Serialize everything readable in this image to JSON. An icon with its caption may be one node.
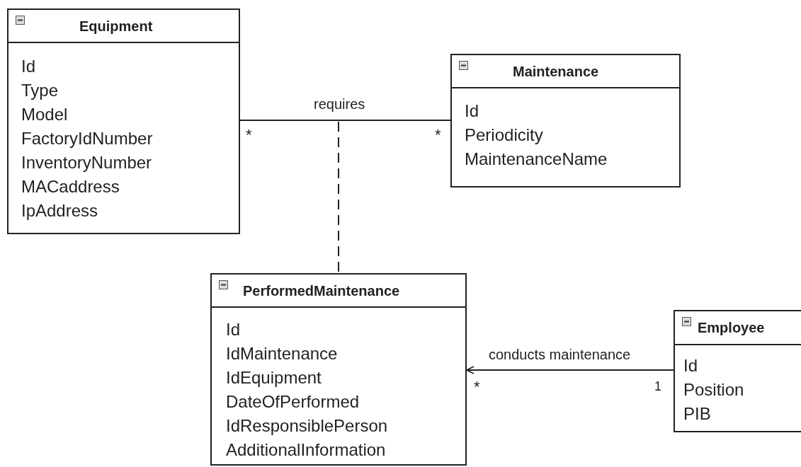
{
  "diagram": {
    "nodes": [
      {
        "text": [
          "Equipment",
          "Id",
          "Type",
          "Model",
          "FactoryIdNumber",
          "InventoryNumber",
          "MACaddress",
          "IpAddress"
        ]
      },
      {
        "text": [
          "Maintenance",
          "Id",
          "Periodicity",
          "MaintenanceName"
        ]
      },
      {
        "text": [
          "PerformedMaintenance",
          "Id",
          "IdMaintenance",
          "IdEquipment",
          "DateOfPerformed",
          "IdResponsiblePerson",
          "AdditionalInformation"
        ]
      },
      {
        "text": [
          "Employee",
          "Id",
          "Position",
          "PIB"
        ]
      }
    ],
    "edges": [
      {
        "from": 0,
        "to": 1,
        "arrow": "none",
        "label": "requires"
      },
      {
        "from": null,
        "to": 2,
        "arrow": "none",
        "style": "dashed"
      },
      {
        "from": 3,
        "to": 2,
        "arrow": "to",
        "label": "conducts maintenance"
      }
    ],
    "labels": [
      "*",
      "*",
      "*",
      "1"
    ]
  }
}
